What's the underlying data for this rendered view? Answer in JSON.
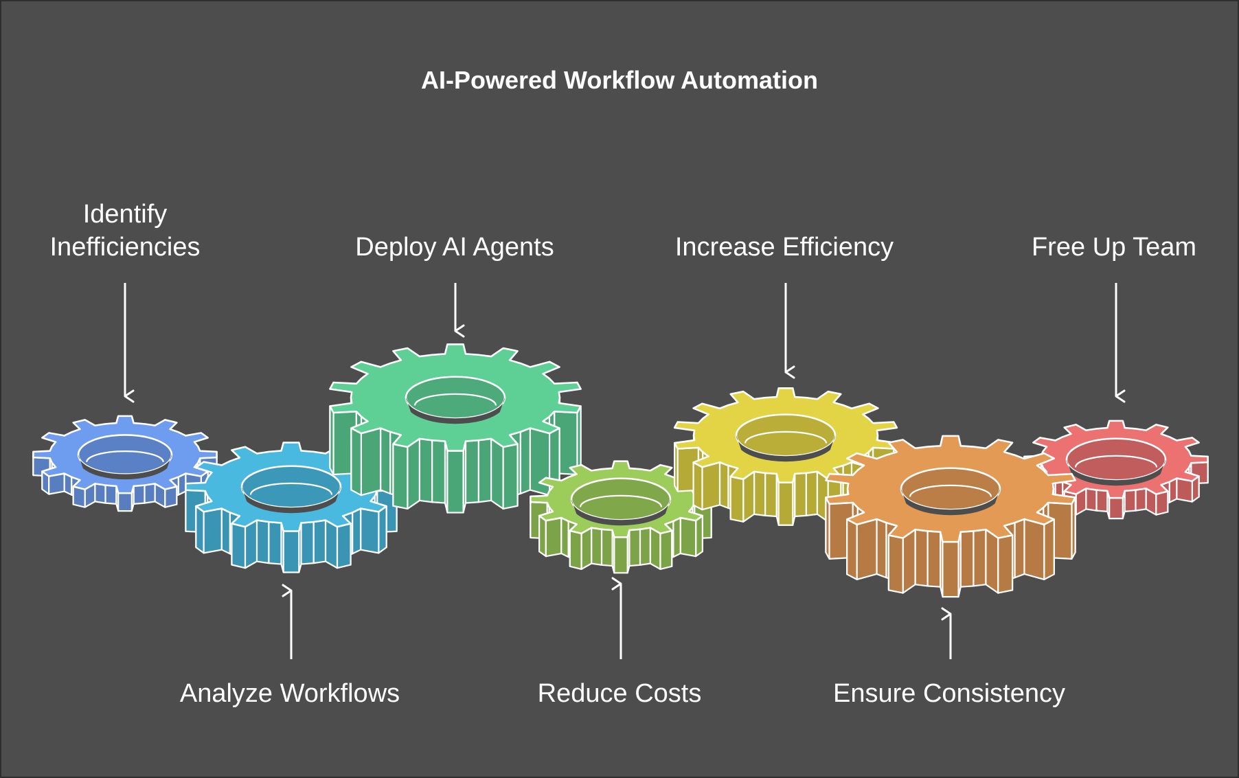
{
  "title": "AI-Powered Workflow Automation",
  "steps": [
    {
      "label": "Identify Inefficiencies",
      "label_lines": [
        "Identify",
        "Inefficiencies"
      ],
      "color": "#6e9df0",
      "position": "top"
    },
    {
      "label": "Analyze Workflows",
      "label_lines": [
        "Analyze Workflows"
      ],
      "color": "#49b9e0",
      "position": "bottom"
    },
    {
      "label": "Deploy AI Agents",
      "label_lines": [
        "Deploy AI Agents"
      ],
      "color": "#5ecf95",
      "position": "top"
    },
    {
      "label": "Reduce Costs",
      "label_lines": [
        "Reduce Costs"
      ],
      "color": "#9ccc5a",
      "position": "bottom"
    },
    {
      "label": "Increase Efficiency",
      "label_lines": [
        "Increase Efficiency"
      ],
      "color": "#e3d445",
      "position": "top"
    },
    {
      "label": "Ensure Consistency",
      "label_lines": [
        "Ensure Consistency"
      ],
      "color": "#e39a55",
      "position": "bottom"
    },
    {
      "label": "Free Up Team",
      "label_lines": [
        "Free Up Team"
      ],
      "color": "#ec7272",
      "position": "top"
    }
  ]
}
